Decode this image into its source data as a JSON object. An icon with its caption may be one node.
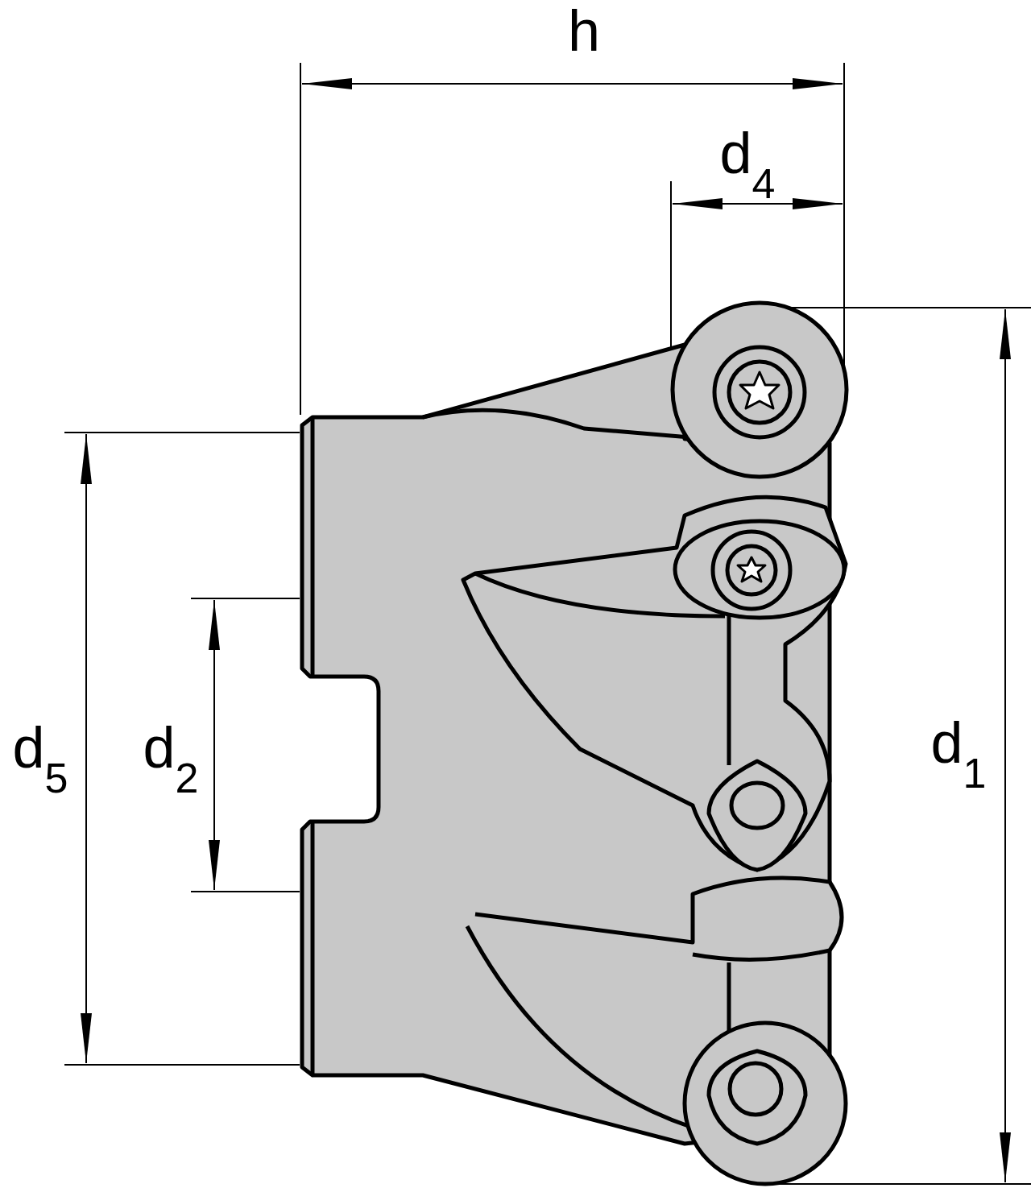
{
  "diagram": {
    "labels": [
      "h",
      "d$_{4}$",
      "d$_{5}$",
      "d$_{2}$",
      "d$_{1}$"
    ]
  }
}
